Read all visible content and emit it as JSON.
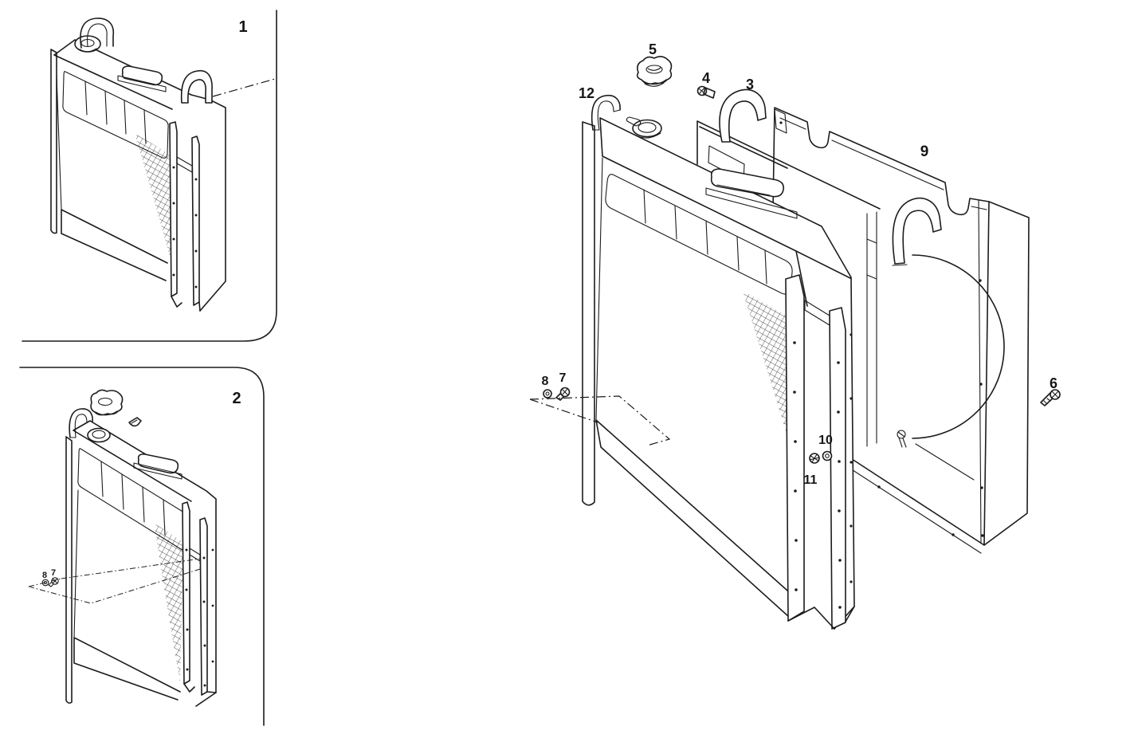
{
  "figure": {
    "type": "exploded-parts-diagram",
    "subject": "radiator-and-fan-shroud-assembly",
    "background": "#ffffff",
    "line_color": "#1c1c1c"
  },
  "callouts": {
    "view1": {
      "n1": "1"
    },
    "view2": {
      "n2": "2",
      "n8": "8",
      "n7": "7"
    },
    "main": {
      "n3": "3",
      "n4": "4",
      "n5": "5",
      "n6": "6",
      "n7": "7",
      "n8": "8",
      "n9": "9",
      "n10": "10",
      "n11": "11",
      "n12": "12"
    }
  }
}
